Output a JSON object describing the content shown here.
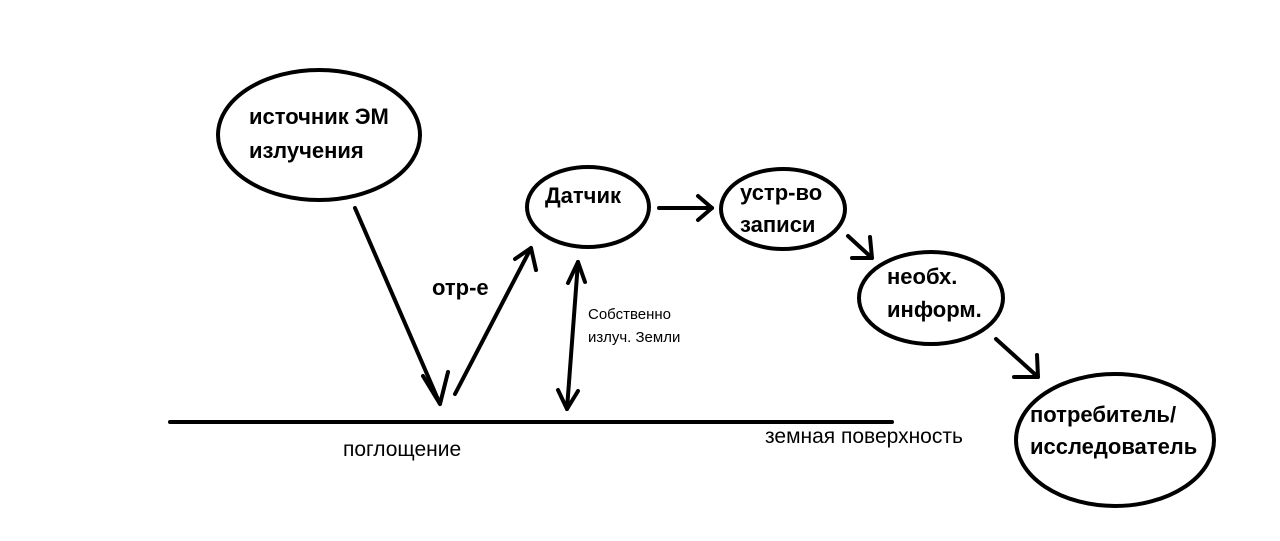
{
  "nodes": {
    "source": {
      "line1": "источник ЭМ",
      "line2": "излучения"
    },
    "sensor": {
      "label": "Датчик"
    },
    "recorder": {
      "line1": "устр-во",
      "line2": "записи"
    },
    "processing": {
      "line1": "необх.",
      "line2": "информ."
    },
    "consumer": {
      "line1": "потребитель/",
      "line2": "исследователь"
    }
  },
  "labels": {
    "reflection": "отр-е",
    "own_emission_line1": "Собственно",
    "own_emission_line2": "излуч. Земли",
    "absorption": "поглощение",
    "surface": "земная поверхность"
  }
}
